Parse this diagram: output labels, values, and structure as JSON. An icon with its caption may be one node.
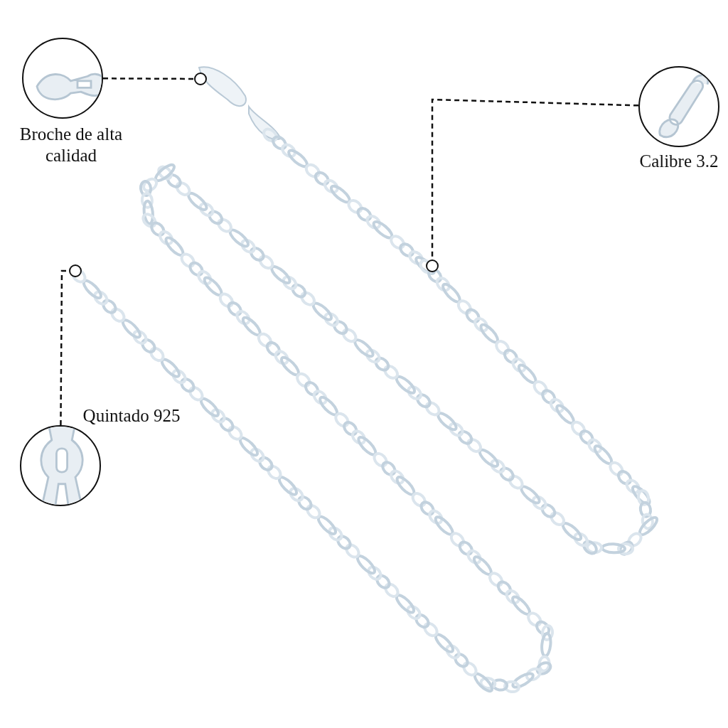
{
  "diagram": {
    "nodes": [
      {
        "text": [],
        "shape": "picture",
        "beside": [
          "Broche de alta calidad"
        ]
      },
      {
        "text": [],
        "shape": "picture",
        "beside": [
          "Calibre 3.2"
        ]
      },
      {
        "text": [],
        "shape": "picture",
        "beside": [
          "Quintado 925"
        ]
      },
      {
        "text": [],
        "shape": "circle"
      },
      {
        "text": [],
        "shape": "circle"
      },
      {
        "text": [],
        "shape": "circle"
      }
    ],
    "edges": [
      {
        "from": 0,
        "to": 3,
        "arrow": "none",
        "style": "dashed"
      },
      {
        "from": 1,
        "to": 4,
        "arrow": "none",
        "style": "dashed"
      },
      {
        "from": 2,
        "to": 5,
        "arrow": "none",
        "style": "dashed"
      }
    ]
  }
}
